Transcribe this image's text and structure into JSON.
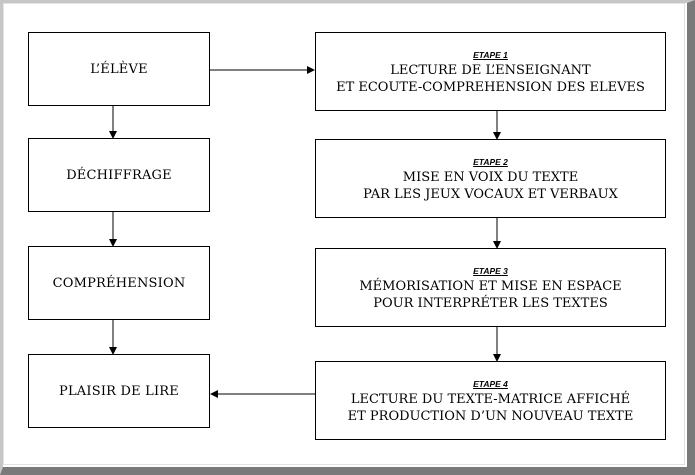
{
  "left_column": [
    {
      "label": "L’ÉLÈVE"
    },
    {
      "label": "DÉCHIFFRAGE"
    },
    {
      "label": "COMPRÉHENSION"
    },
    {
      "label": "PLAISIR DE LIRE"
    }
  ],
  "steps": [
    {
      "title": "ETAPE 1",
      "line1": "LECTURE DE L’ENSEIGNANT",
      "line2": "ET ECOUTE-COMPREHENSION DES ELEVES"
    },
    {
      "title": "ETAPE 2",
      "line1": "MISE EN VOIX DU TEXTE",
      "line2": "PAR LES JEUX VOCAUX ET VERBAUX"
    },
    {
      "title": "ETAPE 3",
      "line1": "MÉMORISATION ET MISE EN ESPACE",
      "line2": "POUR INTERPRÉTER LES TEXTES"
    },
    {
      "title": "ETAPE 4",
      "line1": "LECTURE DU TEXTE-MATRICE AFFICHÉ",
      "line2": "ET PRODUCTION D’UN NOUVEAU TEXTE"
    }
  ]
}
